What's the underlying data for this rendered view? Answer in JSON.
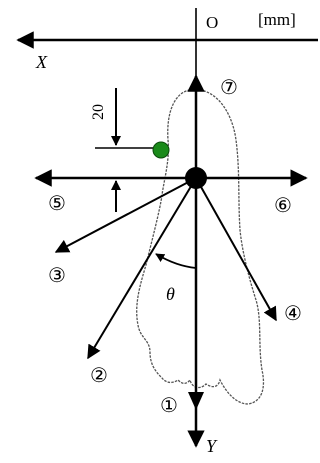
{
  "units": "[mm]",
  "origin": "O",
  "axis_x": "X",
  "axis_y": "Y",
  "dimension": "20",
  "angle": "θ",
  "directions": [
    {
      "id": "1",
      "label": "①"
    },
    {
      "id": "2",
      "label": "②"
    },
    {
      "id": "3",
      "label": "③"
    },
    {
      "id": "4",
      "label": "④"
    },
    {
      "id": "5",
      "label": "⑤"
    },
    {
      "id": "6",
      "label": "⑥"
    },
    {
      "id": "7",
      "label": "⑦"
    }
  ],
  "colors": {
    "marker": "#1a8a1a",
    "ink": "#000000"
  }
}
